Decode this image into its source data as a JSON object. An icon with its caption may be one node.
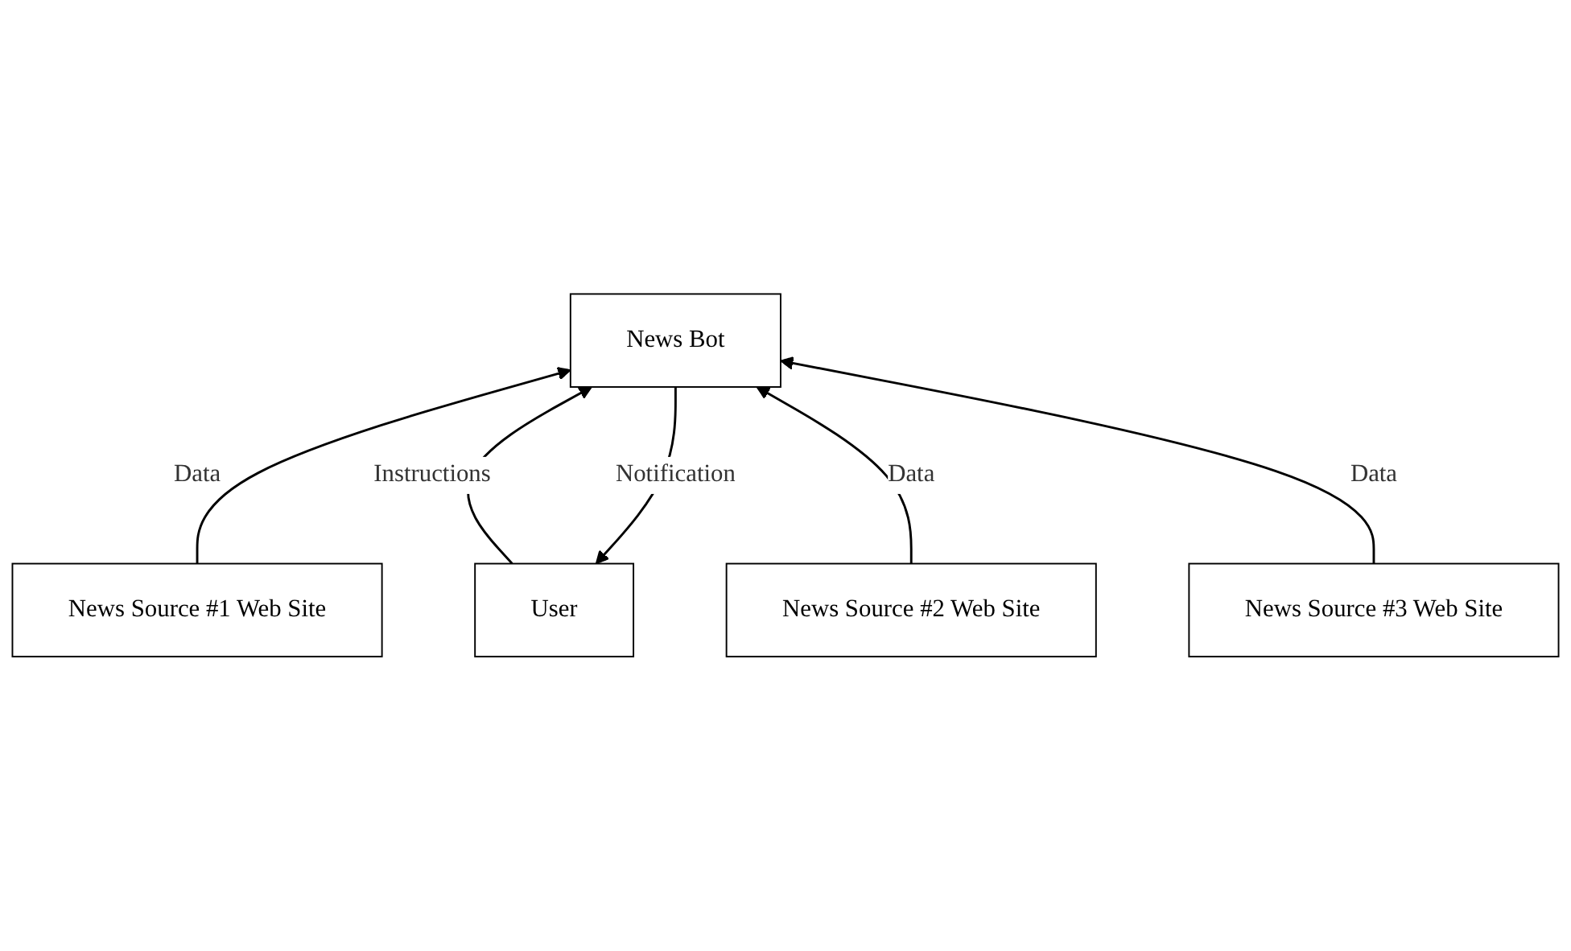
{
  "diagram": {
    "nodes": [
      {
        "text": [
          "User"
        ]
      },
      {
        "text": [
          "News Bot"
        ]
      },
      {
        "text": [
          "News Source #1 Web Site"
        ]
      },
      {
        "text": [
          "News Source #2 Web Site"
        ]
      },
      {
        "text": [
          "News Source #3 Web Site"
        ]
      }
    ],
    "edges": [
      {
        "from": 1,
        "to": 0,
        "arrow": "to",
        "label": "Notification"
      },
      {
        "from": 0,
        "to": 1,
        "arrow": "to",
        "label": "Instructions"
      },
      {
        "from": 2,
        "to": 1,
        "arrow": "to",
        "label": "Data"
      },
      {
        "from": 3,
        "to": 1,
        "arrow": "to",
        "label": "Data"
      },
      {
        "from": 4,
        "to": 1,
        "arrow": "to",
        "label": "Data"
      }
    ]
  }
}
